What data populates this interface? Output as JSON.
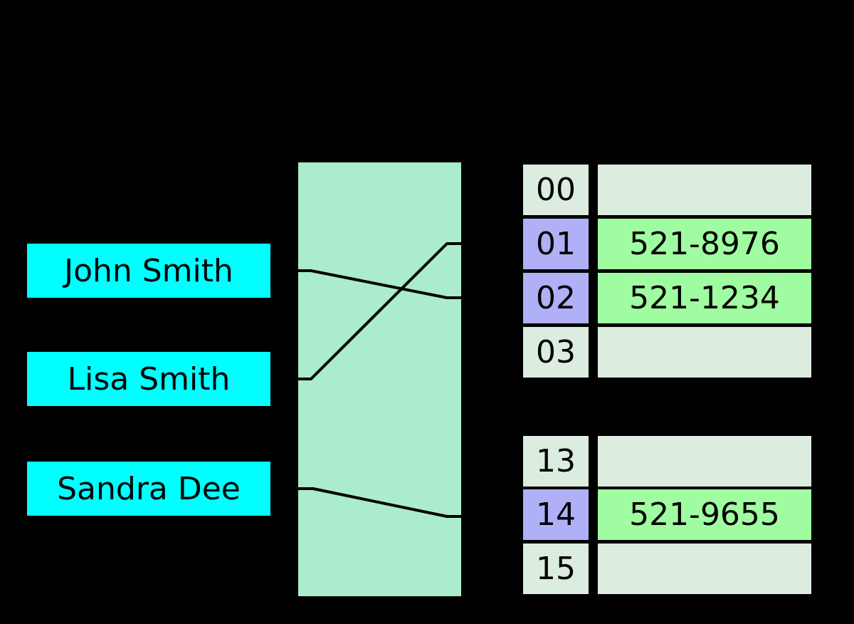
{
  "colors": {
    "background": "#000000",
    "key_box": "#00ffff",
    "hash_box": "#aaeccb",
    "empty_cell": "#dcecde",
    "filled_index_cell": "#b0b0f6",
    "filled_value_cell": "#a0fca0",
    "line": "#000000",
    "text": "#000000"
  },
  "keys": [
    {
      "label": "John Smith"
    },
    {
      "label": "Lisa Smith"
    },
    {
      "label": "Sandra Dee"
    }
  ],
  "buckets": [
    {
      "index": "00",
      "value": "",
      "filled": false
    },
    {
      "index": "01",
      "value": "521-8976",
      "filled": true
    },
    {
      "index": "02",
      "value": "521-1234",
      "filled": true
    },
    {
      "index": "03",
      "value": "",
      "filled": false
    },
    {
      "index": "13",
      "value": "",
      "filled": false
    },
    {
      "index": "14",
      "value": "521-9655",
      "filled": true
    },
    {
      "index": "15",
      "value": "",
      "filled": false
    }
  ],
  "links": [
    {
      "key": "John Smith",
      "bucket": "02"
    },
    {
      "key": "Lisa Smith",
      "bucket": "01"
    },
    {
      "key": "Sandra Dee",
      "bucket": "14"
    }
  ]
}
